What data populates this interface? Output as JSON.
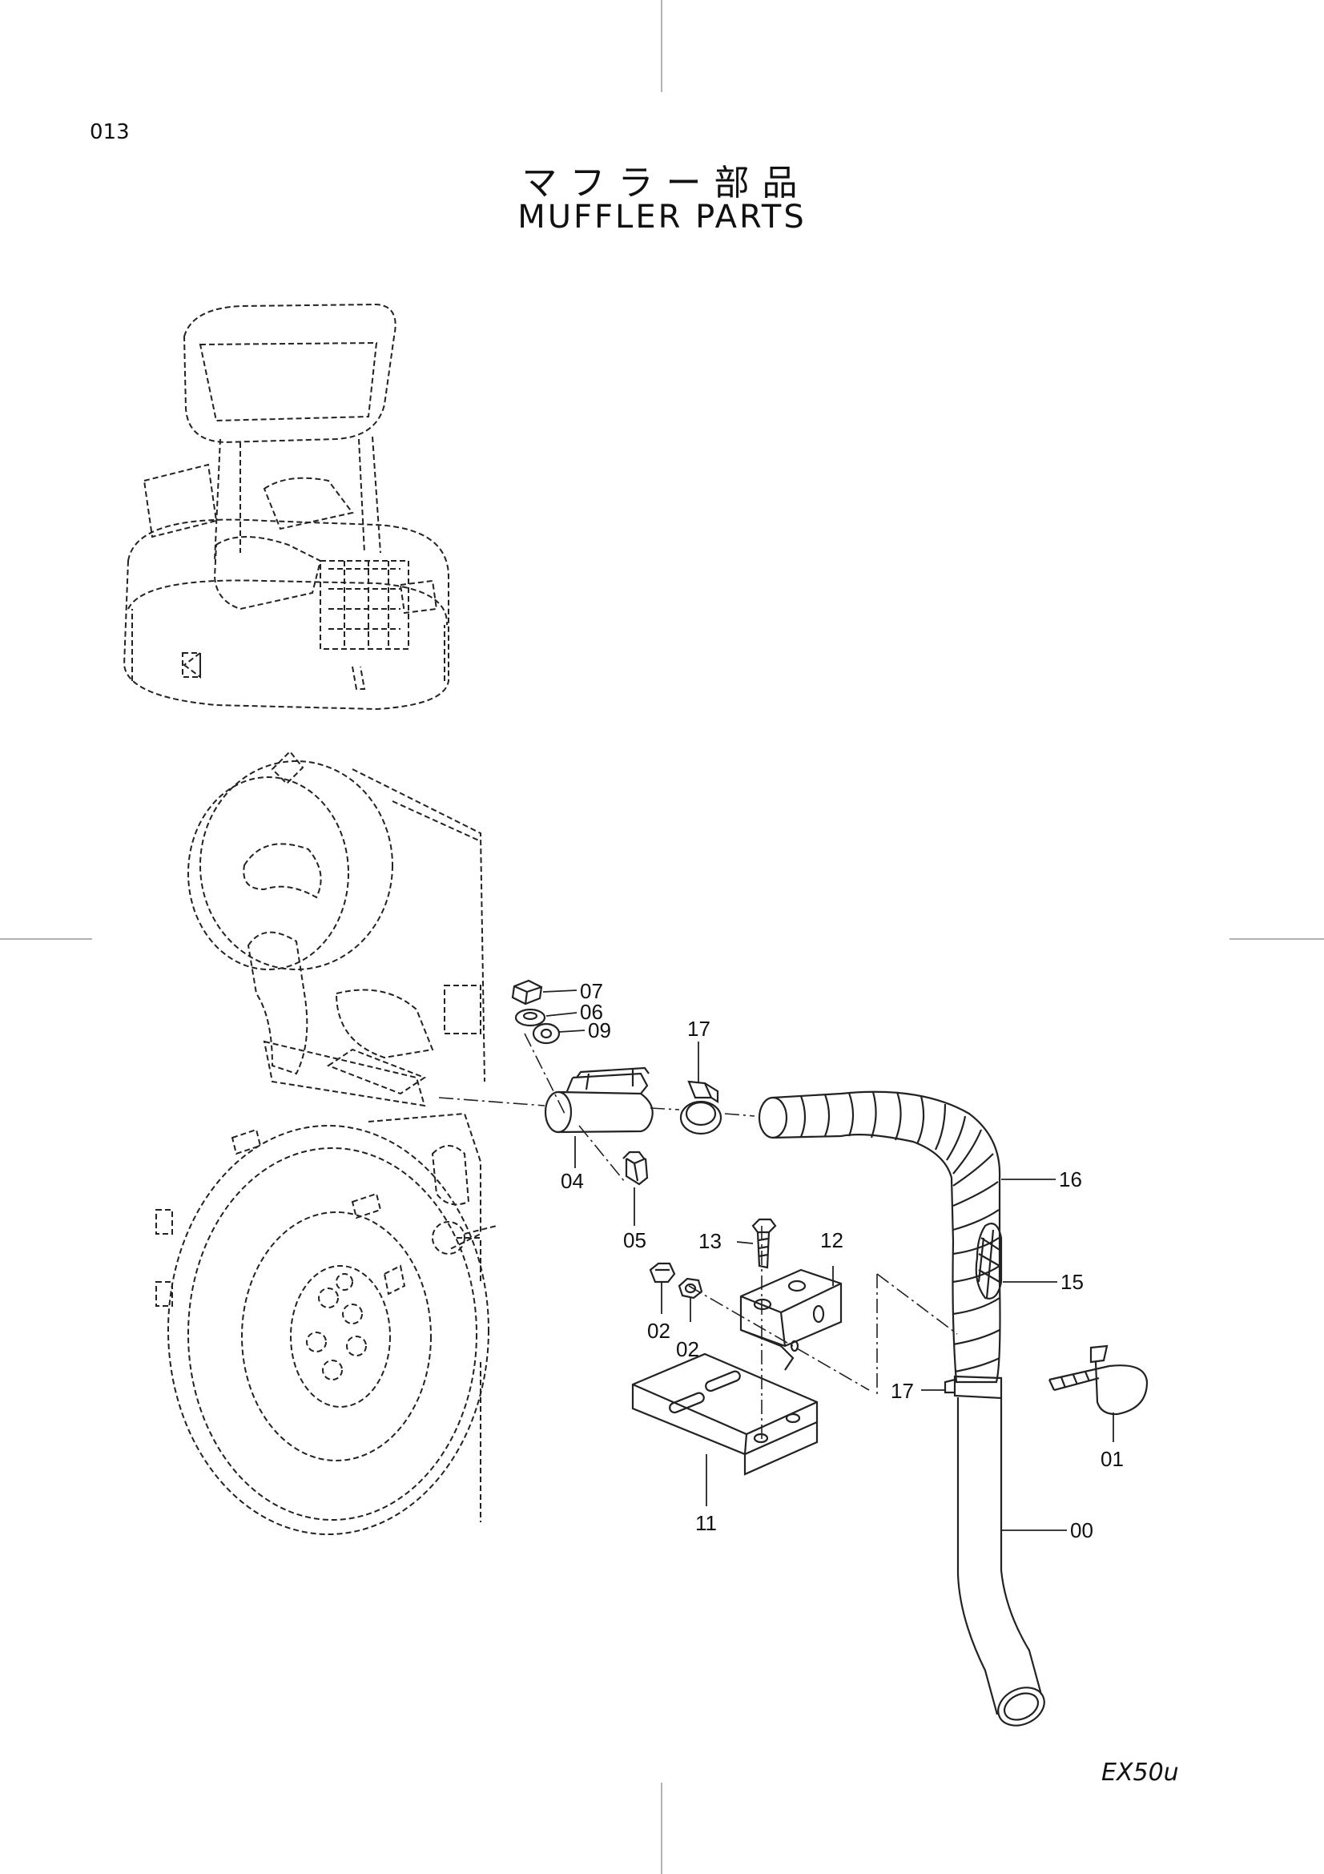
{
  "page": {
    "number": "013",
    "title_jp": "マフラー部品",
    "title_en": "MUFFLER PARTS",
    "model": "EX50u"
  },
  "callouts": [
    {
      "id": "c07",
      "label": "07"
    },
    {
      "id": "c06",
      "label": "06"
    },
    {
      "id": "c09",
      "label": "09"
    },
    {
      "id": "c17a",
      "label": "17"
    },
    {
      "id": "c04",
      "label": "04"
    },
    {
      "id": "c05",
      "label": "05"
    },
    {
      "id": "c16",
      "label": "16"
    },
    {
      "id": "c13",
      "label": "13"
    },
    {
      "id": "c12",
      "label": "12"
    },
    {
      "id": "c15",
      "label": "15"
    },
    {
      "id": "c02a",
      "label": "02"
    },
    {
      "id": "c02b",
      "label": "02"
    },
    {
      "id": "c17b",
      "label": "17"
    },
    {
      "id": "c01",
      "label": "01"
    },
    {
      "id": "c11",
      "label": "11"
    },
    {
      "id": "c00",
      "label": "00"
    }
  ]
}
